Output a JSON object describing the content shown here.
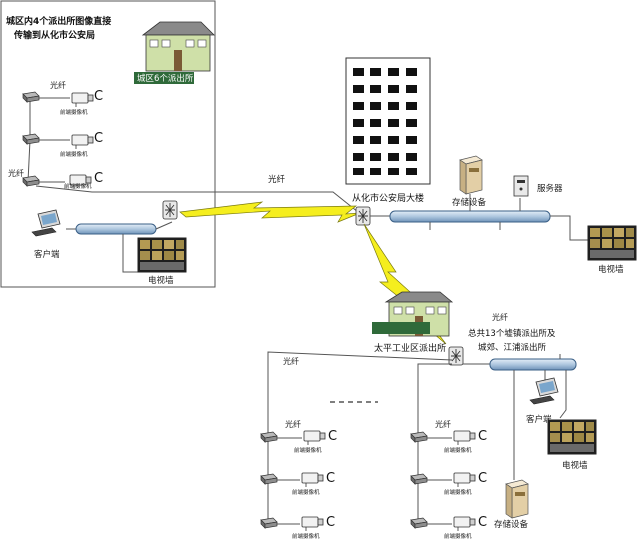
{
  "labels": {
    "district_note_line1": "城区内4个派出所图像直接",
    "district_note_line2": "传输到从化市公安局",
    "district_station": "城区6个派出所",
    "fiber": "光纤",
    "front_camera": "前端摄像机",
    "camera_mark": "C",
    "client": "客户端",
    "tv_wall": "电视墙",
    "hq_building": "从化市公安局大楼",
    "storage": "存储设备",
    "server": "服务器",
    "industrial_station": "太平工业区派出所",
    "towns_note_line1": "总共13个墟镇派出所及",
    "towns_note_line2": "城郊、江浦派出所"
  },
  "colors": {
    "line": "#555555",
    "bus_fill": "#aec7df",
    "bus_stroke": "#3a5f86",
    "lightning": "#f5ee1e",
    "house_wall": "#cfe0a8",
    "house_sign": "#2f6a3a"
  }
}
